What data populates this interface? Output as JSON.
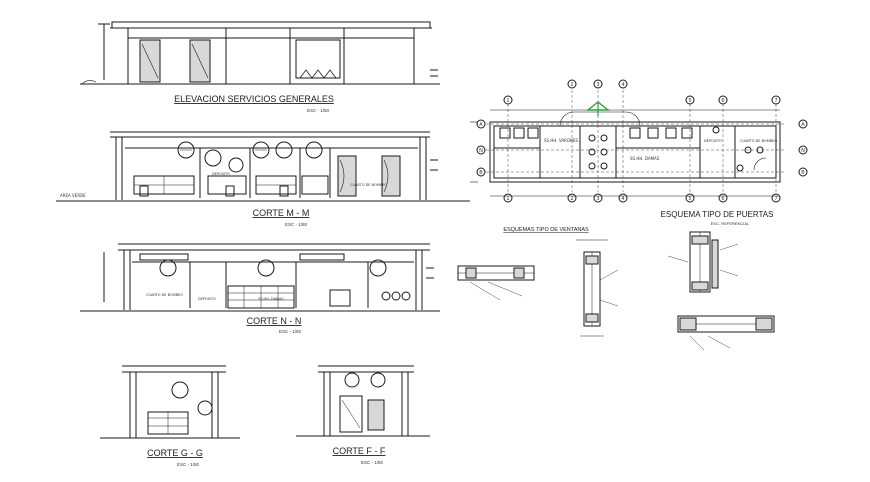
{
  "titles": {
    "elevacion": "ELEVACION SERVICIOS GENERALES",
    "corte_mm": "CORTE M - M",
    "corte_nn": "CORTE N - N",
    "corte_gg": "CORTE G - G",
    "corte_ff": "CORTE F - F",
    "ventanas": "ESQUEMAS TIPO DE VENTANAS",
    "puertas": "ESQUEMA TIPO DE PUERTAS"
  },
  "scales": {
    "elevacion": "ESC - 1/50",
    "corte_mm": "ESC - 1/50",
    "corte_nn": "ESC - 1/50",
    "corte_gg": "ESC - 1/50",
    "corte_ff": "ESC - 1/50",
    "puertas": "ESC. REFERENCIAL"
  },
  "labels": {
    "area_verde": "AREA VERDE",
    "cuarto_bombeo": "CUARTO DE BOMBEO",
    "deposito": "DEPOSITO",
    "sshh_damas": "SS.HH. DAMAS",
    "sshh_varones": "SS.HH. VARONES"
  },
  "plan": {
    "axes_top": [
      "1",
      "2",
      "3",
      "4",
      "5",
      "6",
      "7"
    ],
    "axes_side": [
      "A",
      "N",
      "B"
    ]
  },
  "colors": {
    "line": "#1a1a1a",
    "accent": "#2e9e3e"
  }
}
